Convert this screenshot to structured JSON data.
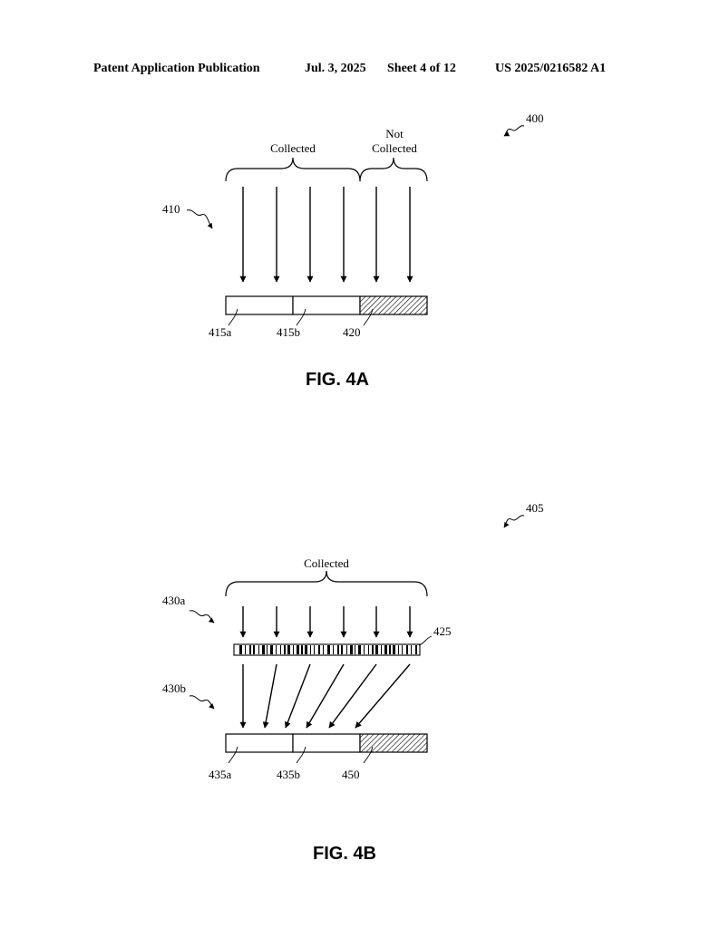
{
  "header": {
    "publication": "Patent Application Publication",
    "date": "Jul. 3, 2025",
    "sheet": "Sheet 4 of 12",
    "number": "US 2025/0216582 A1"
  },
  "fig4a": {
    "caption": "FIG. 4A",
    "ref_main": "400",
    "ref_arrows": "410",
    "collected_label": "Collected",
    "not_collected_line1": "Not",
    "not_collected_line2": "Collected",
    "ref_block_a": "415a",
    "ref_block_b": "415b",
    "ref_block_hatched": "420"
  },
  "fig4b": {
    "caption": "FIG. 4B",
    "ref_main": "405",
    "collected_label": "Collected",
    "ref_arrows_top": "430a",
    "ref_arrows_bottom": "430b",
    "ref_barcode": "425",
    "ref_block_a": "435a",
    "ref_block_b": "435b",
    "ref_block_hatched": "450"
  }
}
